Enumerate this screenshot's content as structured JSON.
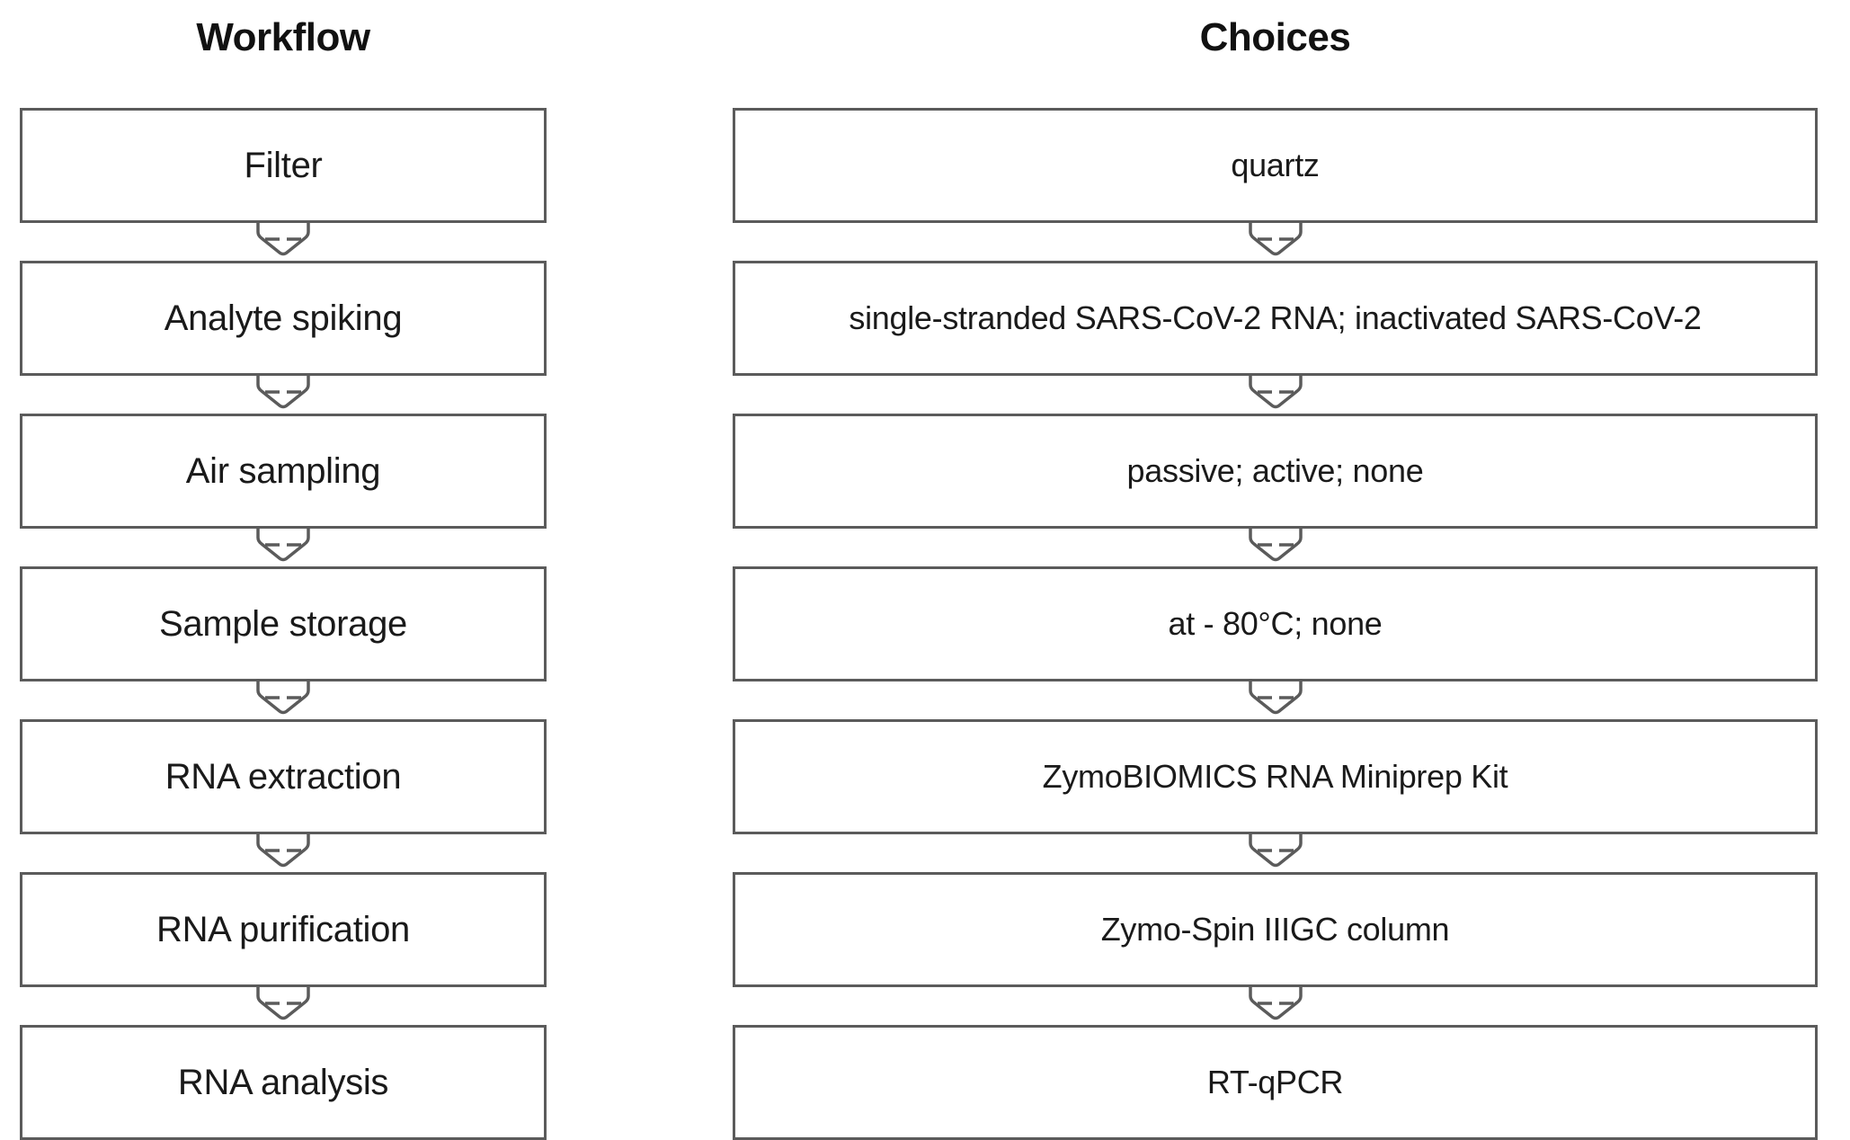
{
  "columns": {
    "workflow": {
      "header": "Workflow",
      "steps": [
        {
          "label": "Filter"
        },
        {
          "label": "Analyte spiking"
        },
        {
          "label": "Air sampling"
        },
        {
          "label": "Sample storage"
        },
        {
          "label": "RNA extraction"
        },
        {
          "label": "RNA purification"
        },
        {
          "label": "RNA analysis"
        }
      ]
    },
    "choices": {
      "header": "Choices",
      "steps": [
        {
          "label": "quartz"
        },
        {
          "label": "single-stranded SARS-CoV-2 RNA; inactivated SARS-CoV-2"
        },
        {
          "label": "passive; active; none"
        },
        {
          "label": "at - 80°C; none"
        },
        {
          "label": "ZymoBIOMICS RNA Miniprep Kit"
        },
        {
          "label": "Zymo-Spin IIIGC column"
        },
        {
          "label": "RT-qPCR"
        }
      ]
    }
  },
  "connectors": {
    "icon": "down-arrow-chevron-icon",
    "count_per_column": 6
  },
  "colors": {
    "box_border": "#5b5b5b",
    "box_fill": "#ffffff",
    "text": "#1a1a1a",
    "header_text": "#111111",
    "page_background": "#ffffff"
  }
}
